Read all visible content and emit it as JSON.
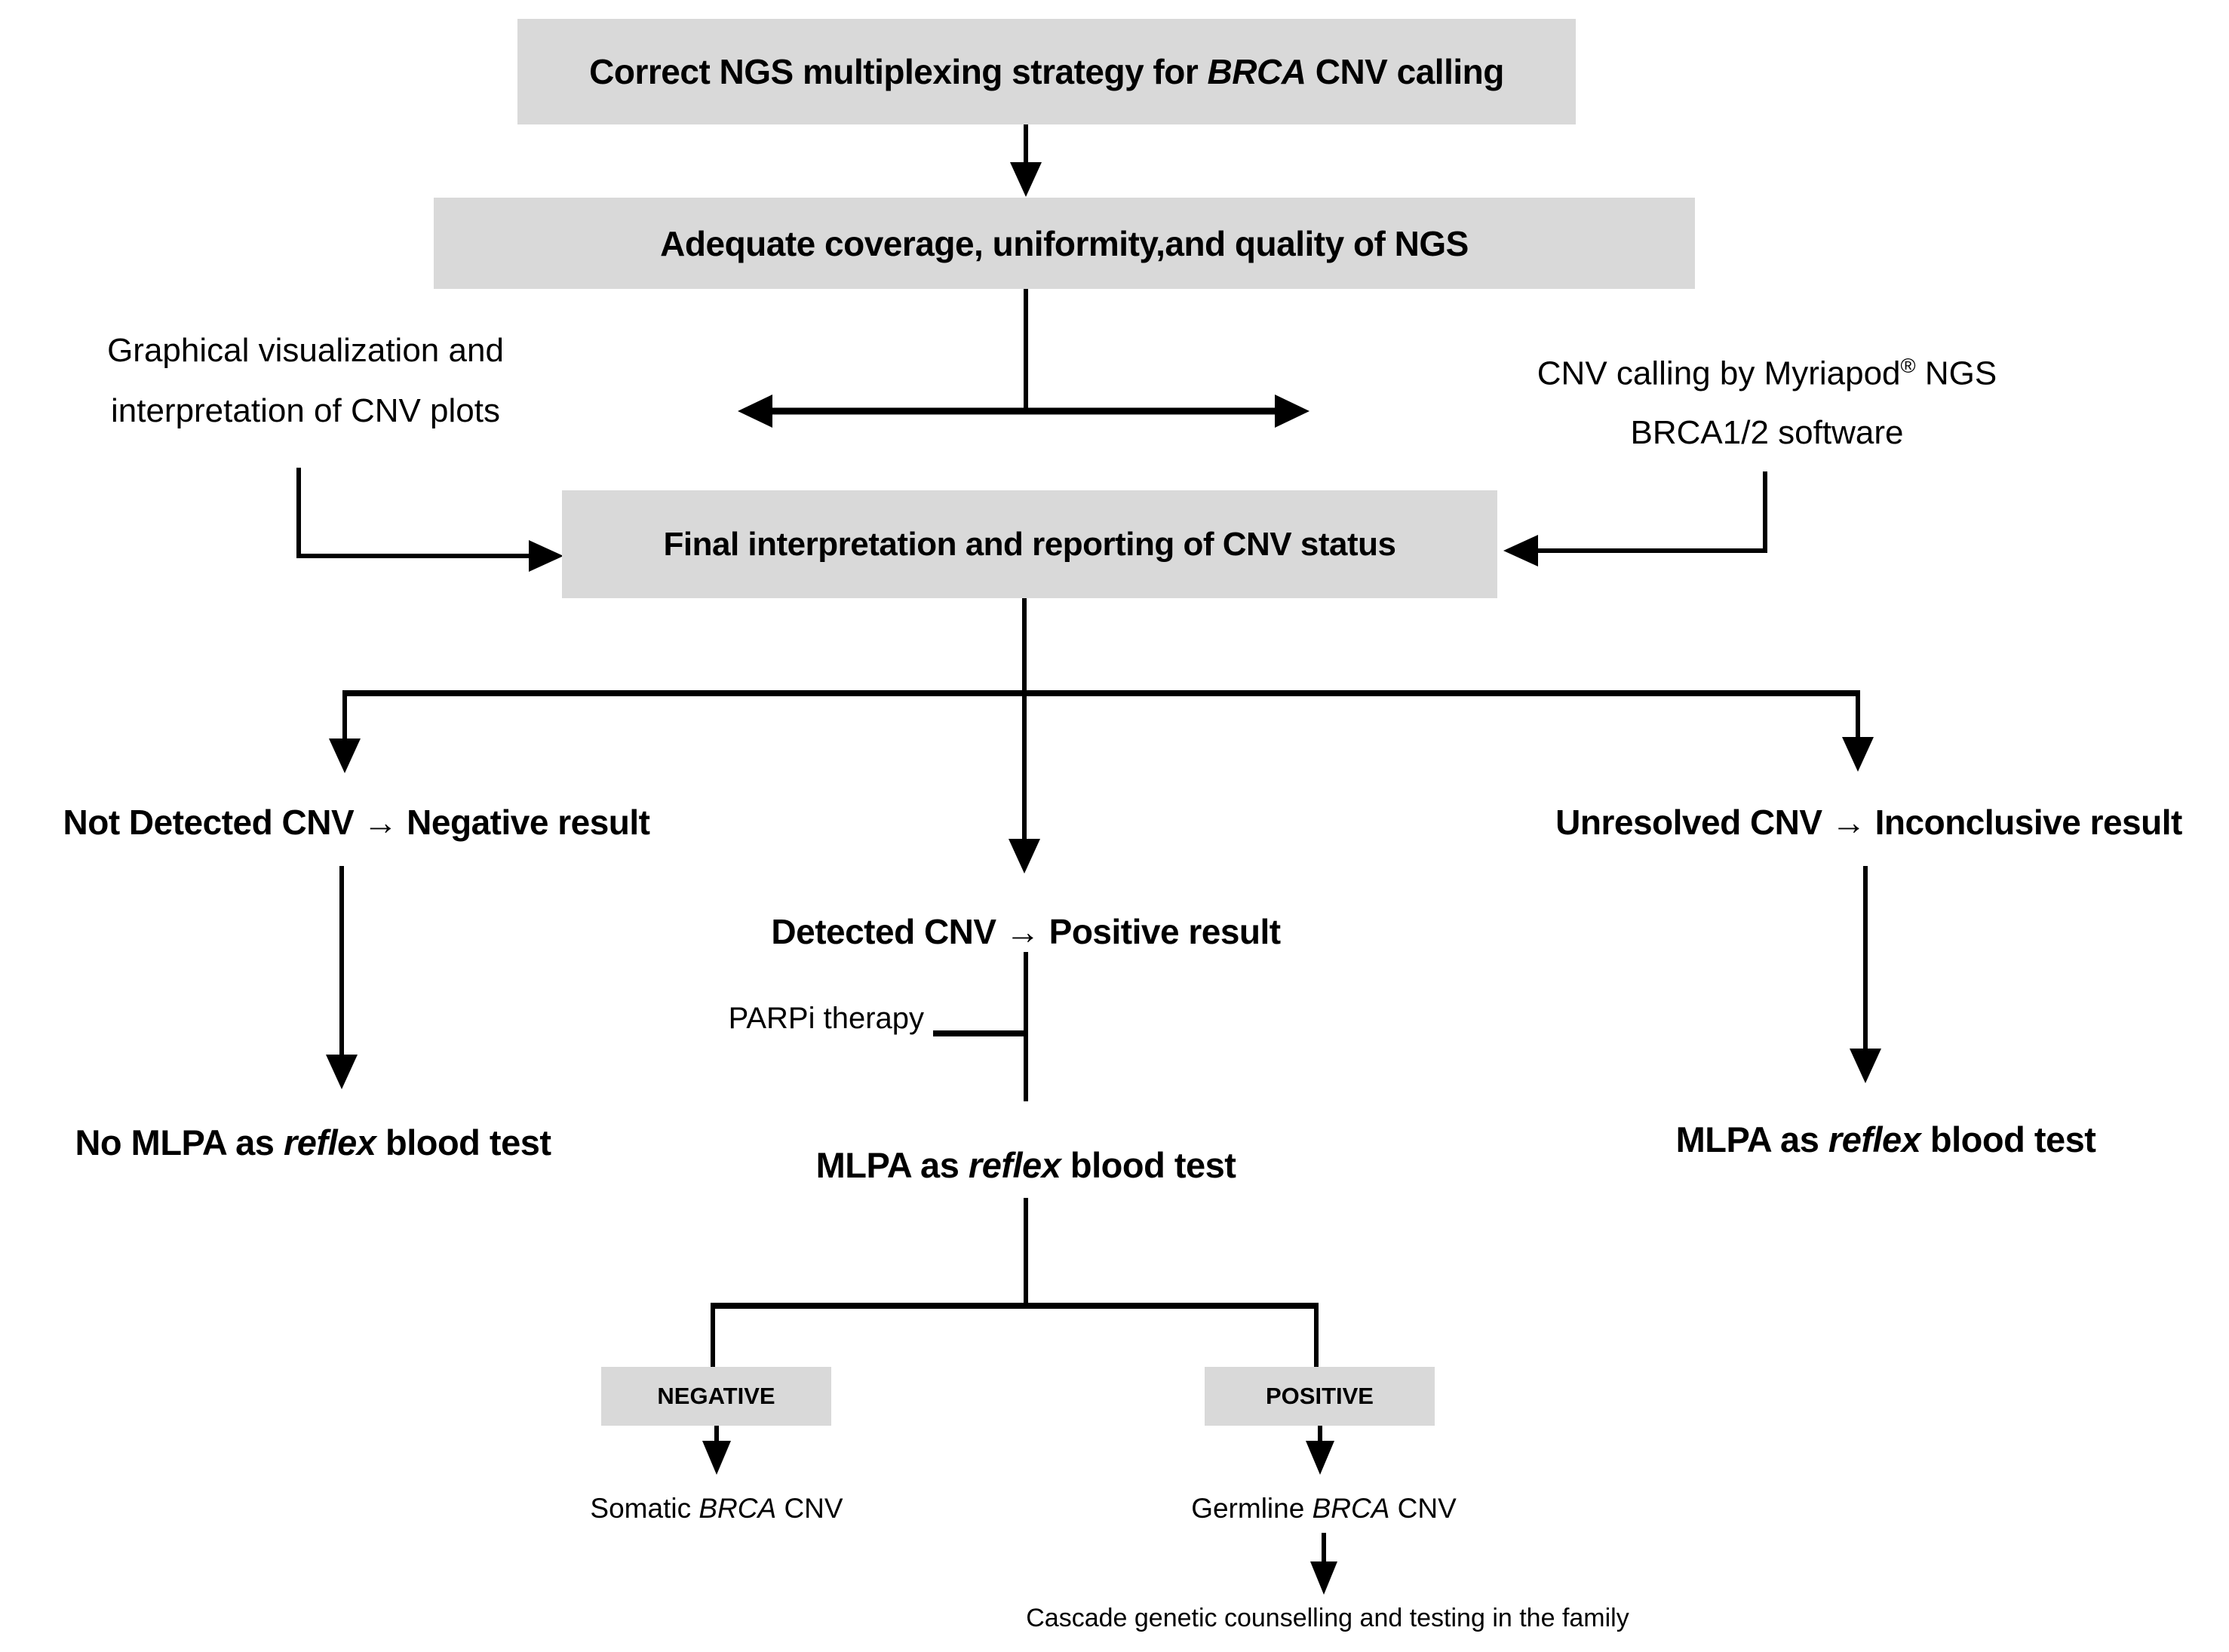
{
  "colors": {
    "box_fill": "#d9d9d9",
    "line": "#000000",
    "text": "#000000",
    "background": "#ffffff"
  },
  "nodes": {
    "multiplexing": {
      "pre": "Correct NGS multiplexing strategy for ",
      "italic": "BRCA",
      "post": " CNV calling"
    },
    "adequate": {
      "text": "Adequate coverage, uniformity,and quality of NGS"
    },
    "graphical": {
      "line1": "Graphical visualization and",
      "line2": "interpretation of CNV plots"
    },
    "software": {
      "line1_pre": "CNV calling by Myriapod",
      "line1_sup": "®",
      "line1_post": " NGS",
      "line2": "BRCA1/2 software"
    },
    "final": {
      "text": "Final interpretation and reporting of CNV status"
    },
    "not_detected": {
      "pre": "Not Detected CNV ",
      "arrow": "→",
      "post": " Negative result"
    },
    "detected": {
      "pre": "Detected CNV ",
      "arrow": "→",
      "post": " Positive result"
    },
    "unresolved": {
      "pre": "Unresolved CNV ",
      "arrow": "→",
      "post": " Inconclusive result"
    },
    "parpi": {
      "text": "PARPi therapy"
    },
    "no_mlpa": {
      "pre": "No MLPA as ",
      "italic": "reflex",
      "post": " blood test"
    },
    "mlpa_center": {
      "pre": "MLPA as ",
      "italic": "reflex",
      "post": " blood test"
    },
    "mlpa_right": {
      "pre": "MLPA as ",
      "italic": "reflex",
      "post": " blood test"
    },
    "negative": {
      "text": "NEGATIVE"
    },
    "positive": {
      "text": "POSITIVE"
    },
    "somatic": {
      "pre": "Somatic ",
      "italic": "BRCA",
      "post": " CNV"
    },
    "germline": {
      "pre": "Germline ",
      "italic": "BRCA",
      "post": " CNV"
    },
    "cascade": {
      "text": "Cascade genetic counselling and testing in the family"
    }
  }
}
